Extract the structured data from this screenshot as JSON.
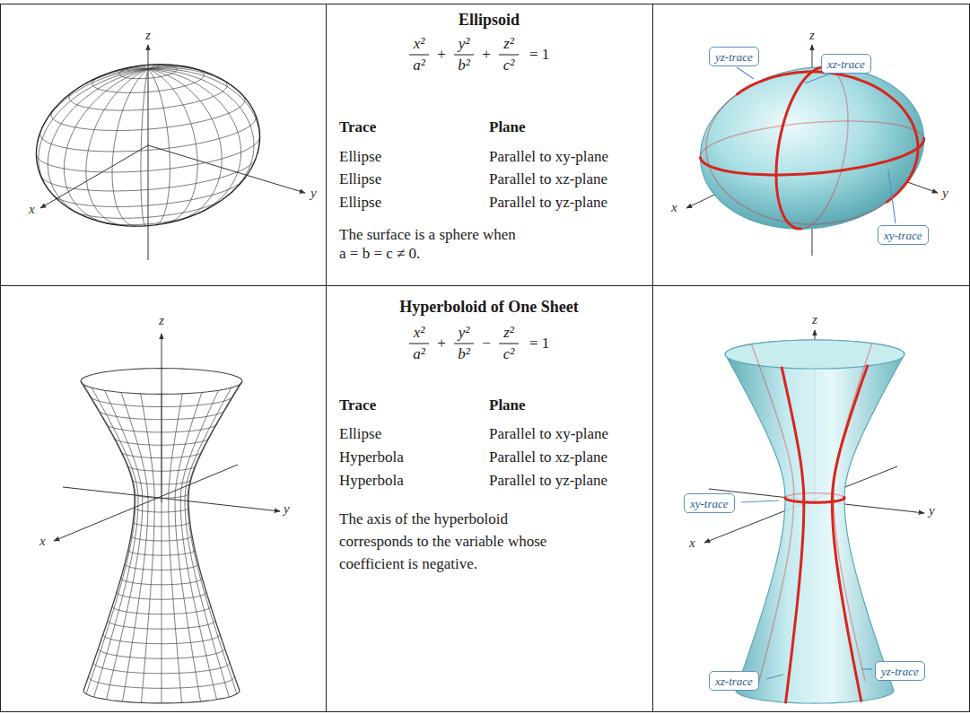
{
  "diagram": {
    "nodes": [
      {
        "text": [
          "yz-trace"
        ]
      },
      {
        "text": [
          "xz-trace"
        ]
      },
      {
        "text": [
          "xy-trace"
        ]
      },
      {
        "text": [
          "xy-trace"
        ]
      },
      {
        "text": [
          "xz-trace"
        ]
      },
      {
        "text": [
          "yz-trace"
        ]
      }
    ],
    "labels": [
      "z",
      "y",
      "x",
      "Ellipsoid",
      "x²",
      "a²",
      "+",
      "y²",
      "b²",
      "+",
      "z²",
      "c²",
      "= 1",
      "Trace",
      "Plane",
      "Ellipse",
      "Parallel to xy-plane",
      "Ellipse",
      "Parallel to xz-plane",
      "Ellipse",
      "Parallel to yz-plane",
      "The surface is a sphere when a = b = c ≠ 0.",
      "z",
      "y",
      "x",
      "z",
      "y",
      "x",
      "Hyperboloid of One Sheet",
      "x²",
      "a²",
      "+",
      "y²",
      "b²",
      "−",
      "z²",
      "c²",
      "= 1",
      "Trace",
      "Plane",
      "Ellipse",
      "Parallel to xy-plane",
      "Hyperbola",
      "Parallel to xz-plane",
      "Hyperbola",
      "Parallel to yz-plane",
      "The axis of the hyperboloid corresponds to the variable whose coefficient is negative.",
      "z",
      "y",
      "x"
    ]
  }
}
